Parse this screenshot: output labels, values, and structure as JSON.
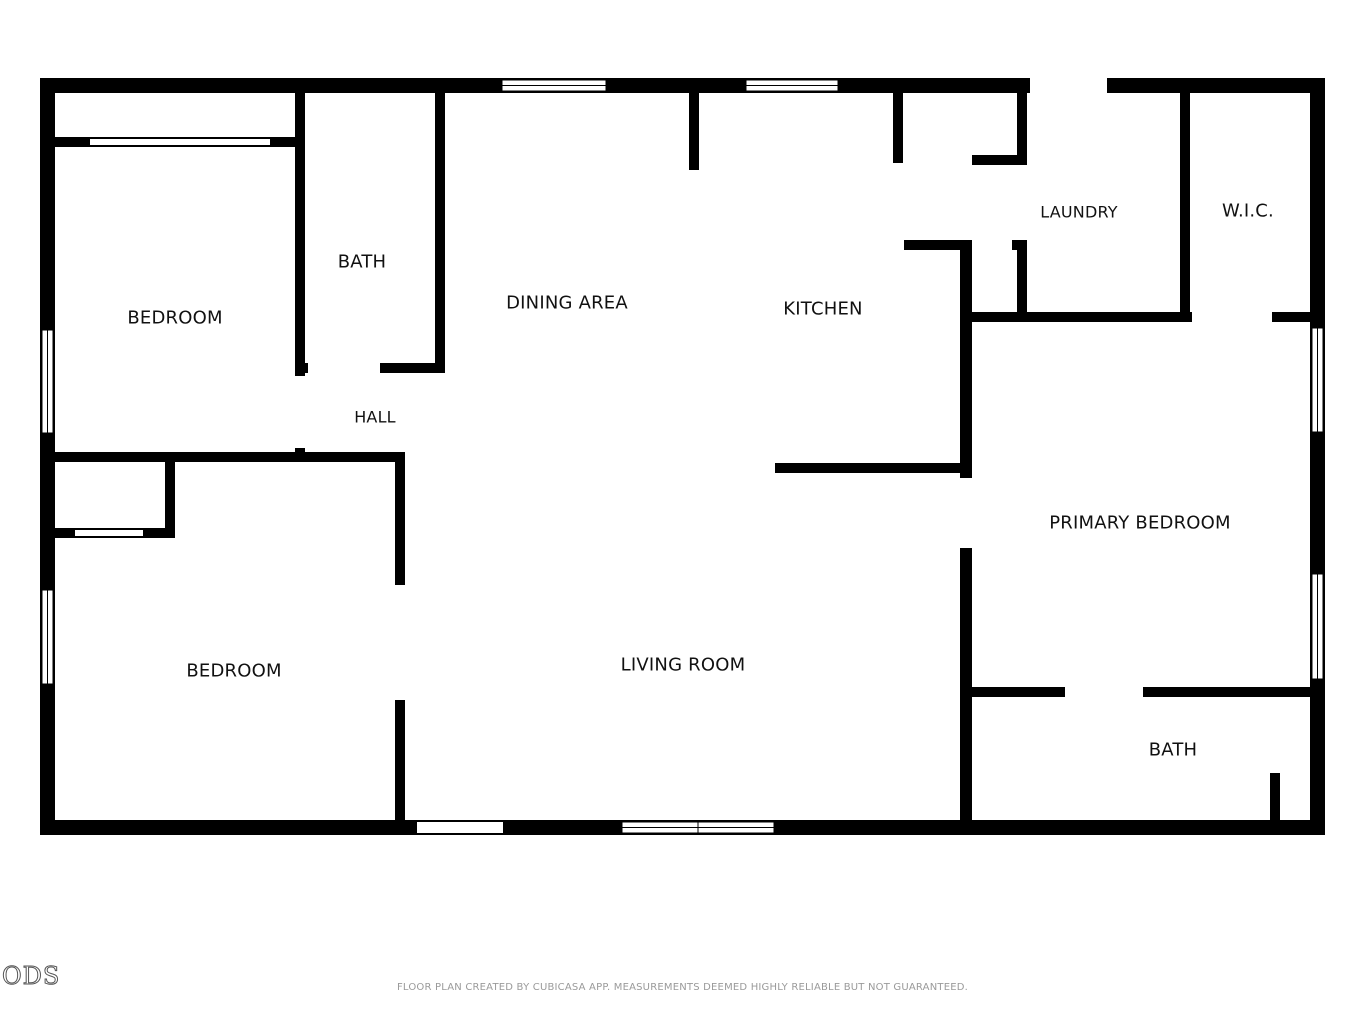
{
  "rooms": {
    "bedroom_1": "BEDROOM",
    "bath_1": "BATH",
    "dining_area": "DINING AREA",
    "kitchen": "KITCHEN",
    "laundry": "LAUNDRY",
    "wic": "W.I.C.",
    "hall": "HALL",
    "bedroom_2": "BEDROOM",
    "living_room": "LIVING ROOM",
    "primary_bedroom": "PRIMARY BEDROOM",
    "bath_2": "BATH"
  },
  "footer": "FLOOR PLAN CREATED BY CUBICASA APP. MEASUREMENTS DEEMED HIGHLY RELIABLE BUT NOT GUARANTEED.",
  "logo": "ODS",
  "colors": {
    "wall": "#000000",
    "background": "#ffffff",
    "footer_text": "#9a9a9a"
  }
}
